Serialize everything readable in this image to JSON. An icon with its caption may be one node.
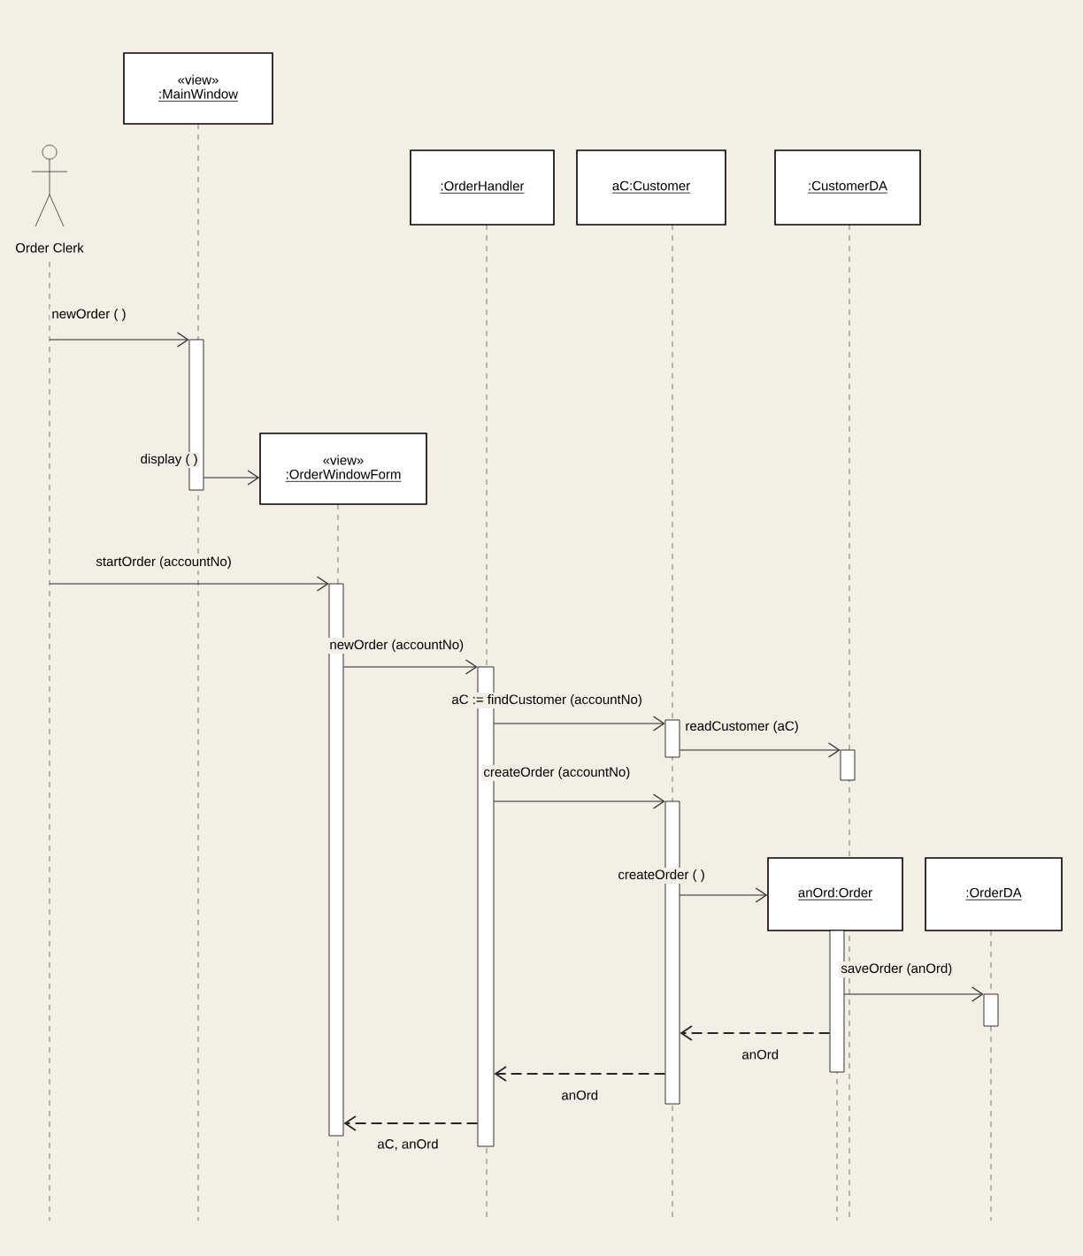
{
  "diagram": {
    "nodes": [
      {
        "text": [
          "Order Clerk"
        ]
      },
      {
        "text": [
          "«view»",
          ":MainWindow"
        ]
      },
      {
        "text": [
          ":OrderHandler"
        ]
      },
      {
        "text": [
          "aC:Customer"
        ]
      },
      {
        "text": [
          ":CustomerDA"
        ]
      },
      {
        "text": [
          "«view»",
          ":OrderWindowForm"
        ]
      },
      {
        "text": [
          "anOrd:Order"
        ]
      },
      {
        "text": [
          ":OrderDA"
        ]
      },
      {
        "text": [],
        "shape": "bar"
      },
      {
        "text": [],
        "shape": "bar"
      },
      {
        "text": [],
        "shape": "bar"
      },
      {
        "text": [],
        "shape": "bar"
      },
      {
        "text": [],
        "shape": "bar"
      },
      {
        "text": [],
        "shape": "bar"
      },
      {
        "text": [],
        "shape": "bar"
      },
      {
        "text": [],
        "shape": "bar"
      }
    ],
    "edges": [
      {
        "from": 0,
        "to": 8,
        "arrow": "to",
        "label": "newOrder ( )"
      },
      {
        "from": 8,
        "to": 5,
        "arrow": "to",
        "label": "display ( )"
      },
      {
        "from": 0,
        "to": 9,
        "arrow": "to",
        "label": "startOrder (accountNo)"
      },
      {
        "from": 9,
        "to": 10,
        "arrow": "to",
        "label": "newOrder (accountNo)"
      },
      {
        "from": 10,
        "to": 11,
        "arrow": "to",
        "label": "aC := findCustomer (accountNo)"
      },
      {
        "from": 11,
        "to": 12,
        "arrow": "to",
        "label": "readCustomer (aC)"
      },
      {
        "from": 10,
        "to": 13,
        "arrow": "to",
        "label": "createOrder (accountNo)"
      },
      {
        "from": 13,
        "to": 6,
        "arrow": "to",
        "label": "createOrder ( )"
      },
      {
        "from": 14,
        "to": 15,
        "arrow": "to",
        "label": "saveOrder (anOrd)"
      },
      {
        "from": 14,
        "to": 13,
        "arrow": "to",
        "label": "anOrd",
        "style": "dashed"
      },
      {
        "from": 13,
        "to": 10,
        "arrow": "to",
        "label": "anOrd",
        "style": "dashed"
      },
      {
        "from": 10,
        "to": 9,
        "arrow": "to",
        "label": "aC, anOrd",
        "style": "dashed"
      }
    ]
  }
}
